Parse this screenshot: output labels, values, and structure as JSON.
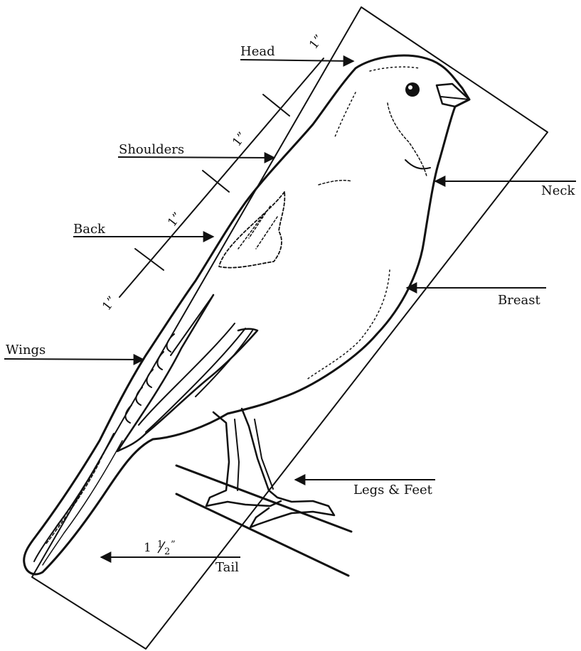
{
  "diagram": {
    "labels": {
      "head": "Head",
      "shoulders": "Shoulders",
      "back": "Back",
      "wings": "Wings",
      "neck": "Neck",
      "breast": "Breast",
      "legs_feet": "Legs & Feet",
      "tail": "Tail"
    },
    "measurements": {
      "segment_1": "1”",
      "segment_2": "1”",
      "segment_3": "1”",
      "segment_4": "1”",
      "tail_whole": "1",
      "tail_frac_num": "1",
      "tail_frac_den": "2",
      "tail_inch_mark": "”"
    }
  }
}
